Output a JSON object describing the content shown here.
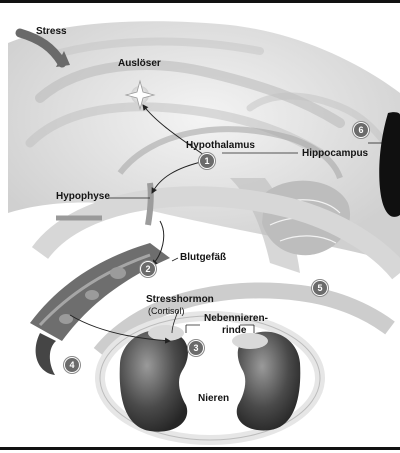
{
  "labels": {
    "stress": "Stress",
    "ausloeser": "Auslöser",
    "hypothalamus": "Hypothalamus",
    "hippocampus": "Hippocampus",
    "hypophyse": "Hypophyse",
    "blutgefaess": "Blutgefäß",
    "stresshormon": "Stresshormon",
    "cortisol": "(Cortisol)",
    "nebennierenrinde_1": "Nebennieren-",
    "nebennierenrinde_2": "rinde",
    "nieren": "Nieren"
  },
  "markers": [
    "1",
    "2",
    "3",
    "4",
    "5",
    "6"
  ],
  "colors": {
    "background": "#ffffff",
    "text": "#141414",
    "brain_light": "#e9e9e9",
    "brain_mid": "#c9c9c9",
    "organ_dark": "#3c3c3c",
    "marker": "#6b6b6b",
    "inset_black": "#101010"
  }
}
